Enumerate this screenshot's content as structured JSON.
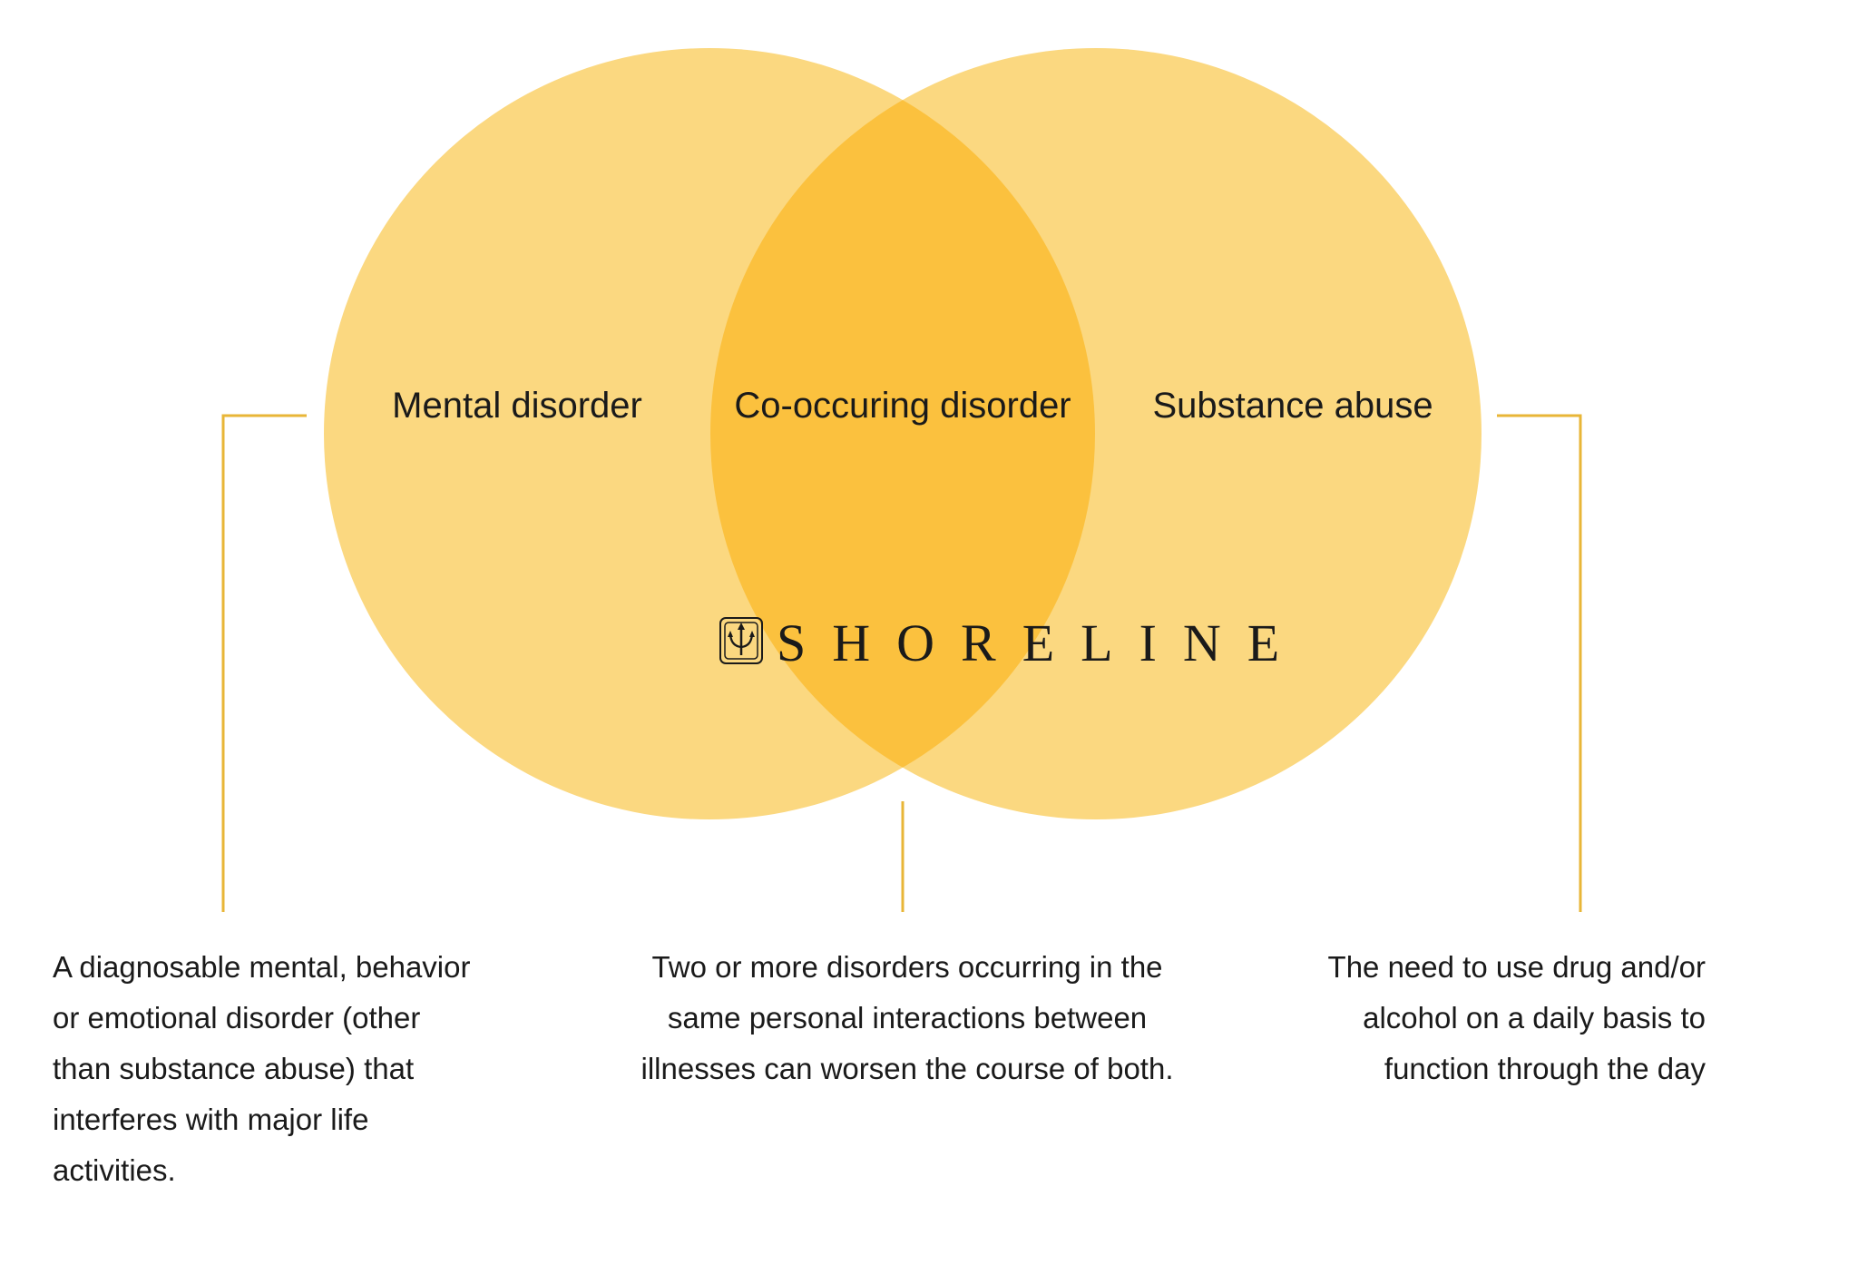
{
  "colors": {
    "circle_fill": "#fbd880",
    "overlap_fill": "#fbc13e",
    "connector": "#e8b637",
    "text": "#1a1a1a"
  },
  "circles": {
    "left_label": "Mental disorder",
    "right_label": "Substance abuse",
    "overlap_label": "Co-occuring disorder"
  },
  "logo": {
    "icon": "trident-emblem-icon",
    "text": "SHORELINE"
  },
  "descriptions": {
    "left": [
      "A diagnosable mental, behavior",
      "or emotional disorder (other",
      "than substance abuse) that",
      "interferes with major life",
      "activities."
    ],
    "center": [
      "Two or more disorders occurring in the",
      "same personal interactions between",
      "illnesses can worsen the course of both."
    ],
    "right": [
      "The need to use drug and/or",
      "alcohol on a daily basis to",
      "function through the day"
    ]
  }
}
